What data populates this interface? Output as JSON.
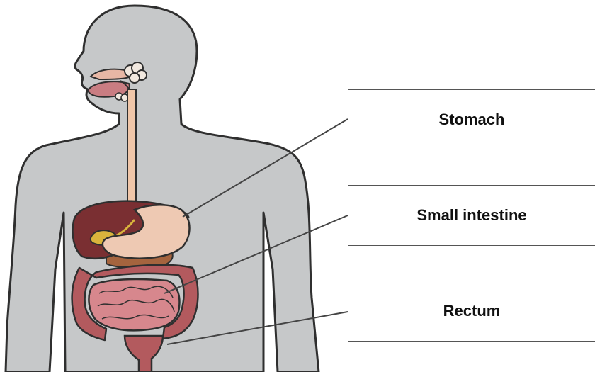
{
  "labels": [
    {
      "text": "Stomach"
    },
    {
      "text": "Small intestine"
    },
    {
      "text": "Rectum"
    }
  ],
  "colors": {
    "body": "#c6c8c9",
    "outline": "#2f2f2f",
    "liver": "#7a2f32",
    "stomach": "#eec9b3",
    "gallbladder": "#d9b43c",
    "large_intestine": "#b35a5e",
    "small_intestine": "#d7878d",
    "pancreas": "#a5643e",
    "esophagus": "#f0c6a8",
    "tongue": "#c97d82",
    "salivary_gland": "#f1e8df",
    "leader_line": "#444444"
  }
}
